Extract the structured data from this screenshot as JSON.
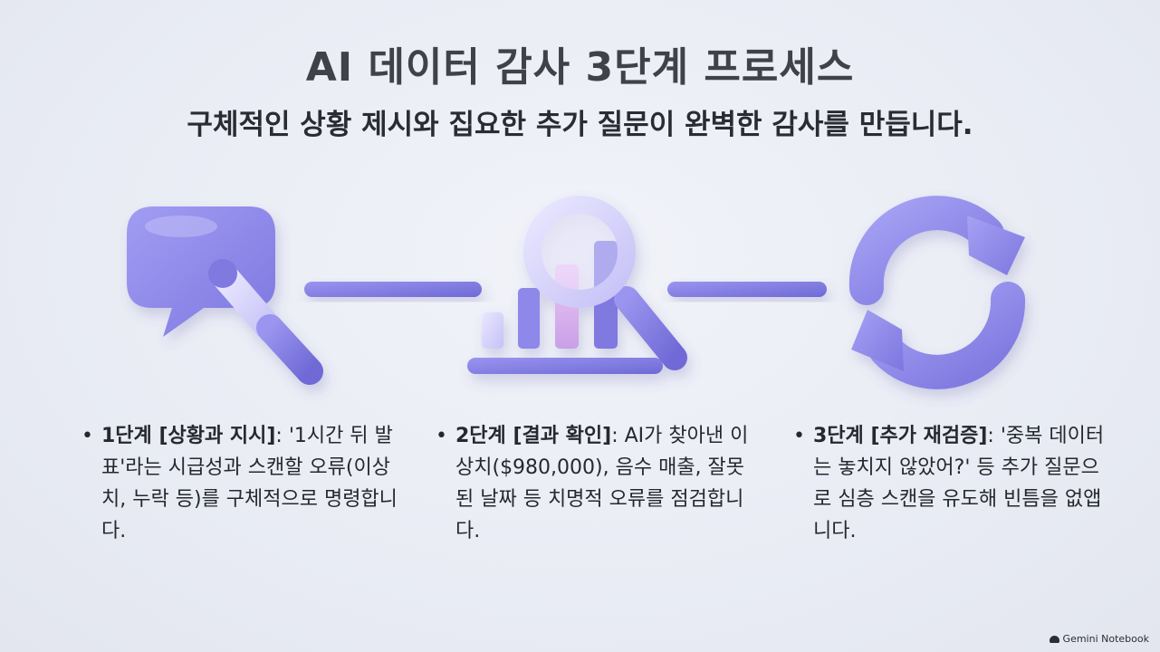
{
  "title": "AI 데이터 감사 3단계 프로세스",
  "subtitle": "구체적인 상황 제시와 집요한 추가 질문이 완벽한 감사를 만듭니다.",
  "colors": {
    "primary": "#8b86e8",
    "primary_dark": "#6f69d6",
    "light": "#c9c5f7",
    "pink": "#e3b4ee",
    "background": "#eceef5"
  },
  "steps": [
    {
      "bullet": "•",
      "icon": "chat-pointer-icon",
      "head": "1단계 [상황과 지시]",
      "body": ": '1시간 뒤 발표'라는 시급성과 스캔할 오류(이상치, 누락 등)를 구체적으로 명령합니다."
    },
    {
      "bullet": "•",
      "icon": "magnifier-bar-chart-icon",
      "head": "2단계 [결과 확인]",
      "body": ": AI가 찾아낸 이상치($980,000), 음수 매출, 잘못된 날짜 등 치명적 오류를 점검합니다."
    },
    {
      "bullet": "•",
      "icon": "refresh-cycle-icon",
      "head": "3단계 [추가 재검증]",
      "body": ": '중복 데이터는 놓치지 않았어?' 등 추가 질문으로 심층 스캔을 유도해 빈틈을 없앱니다."
    }
  ],
  "watermark": "Gemini Notebook"
}
